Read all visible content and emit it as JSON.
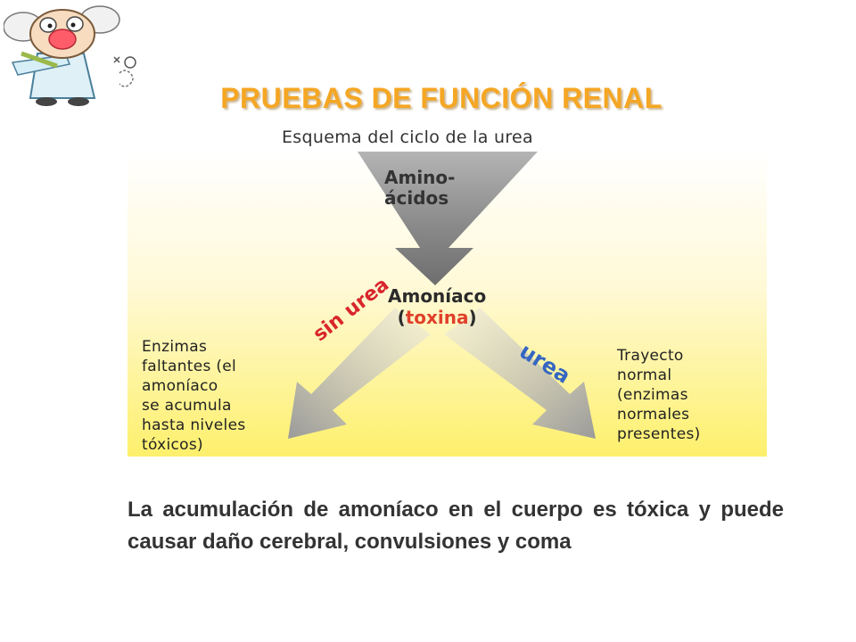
{
  "slide": {
    "title": "PRUEBAS DE FUNCIÓN RENAL",
    "caption": "La acumulación de amoníaco en el cuerpo es tóxica y puede causar daño cerebral, convulsiones y coma"
  },
  "diagram": {
    "header": "Esquema del ciclo de la urea",
    "top_arrow": {
      "line1": "Amino-",
      "line2": "ácidos"
    },
    "center": {
      "line1": "Amoníaco",
      "paren_open": "(",
      "toxina": "toxina",
      "paren_close": ")"
    },
    "left_arrow_label": "sin urea",
    "right_arrow_label": "urea",
    "left_box": [
      "Enzimas",
      "faltantes (el",
      "amoníaco",
      "se acumula",
      "hasta niveles",
      "tóxicos)"
    ],
    "right_box": [
      "Trayecto",
      "normal",
      "(enzimas",
      "normales",
      "presentes)"
    ]
  },
  "colors": {
    "title": "#f5a623",
    "toxina": "#e0402a",
    "sin_urea": "#d8262c",
    "urea": "#3566c2",
    "panel_bottom": "#fdf06c"
  },
  "icons": {
    "mascot": "scientist-mascot-icon"
  }
}
